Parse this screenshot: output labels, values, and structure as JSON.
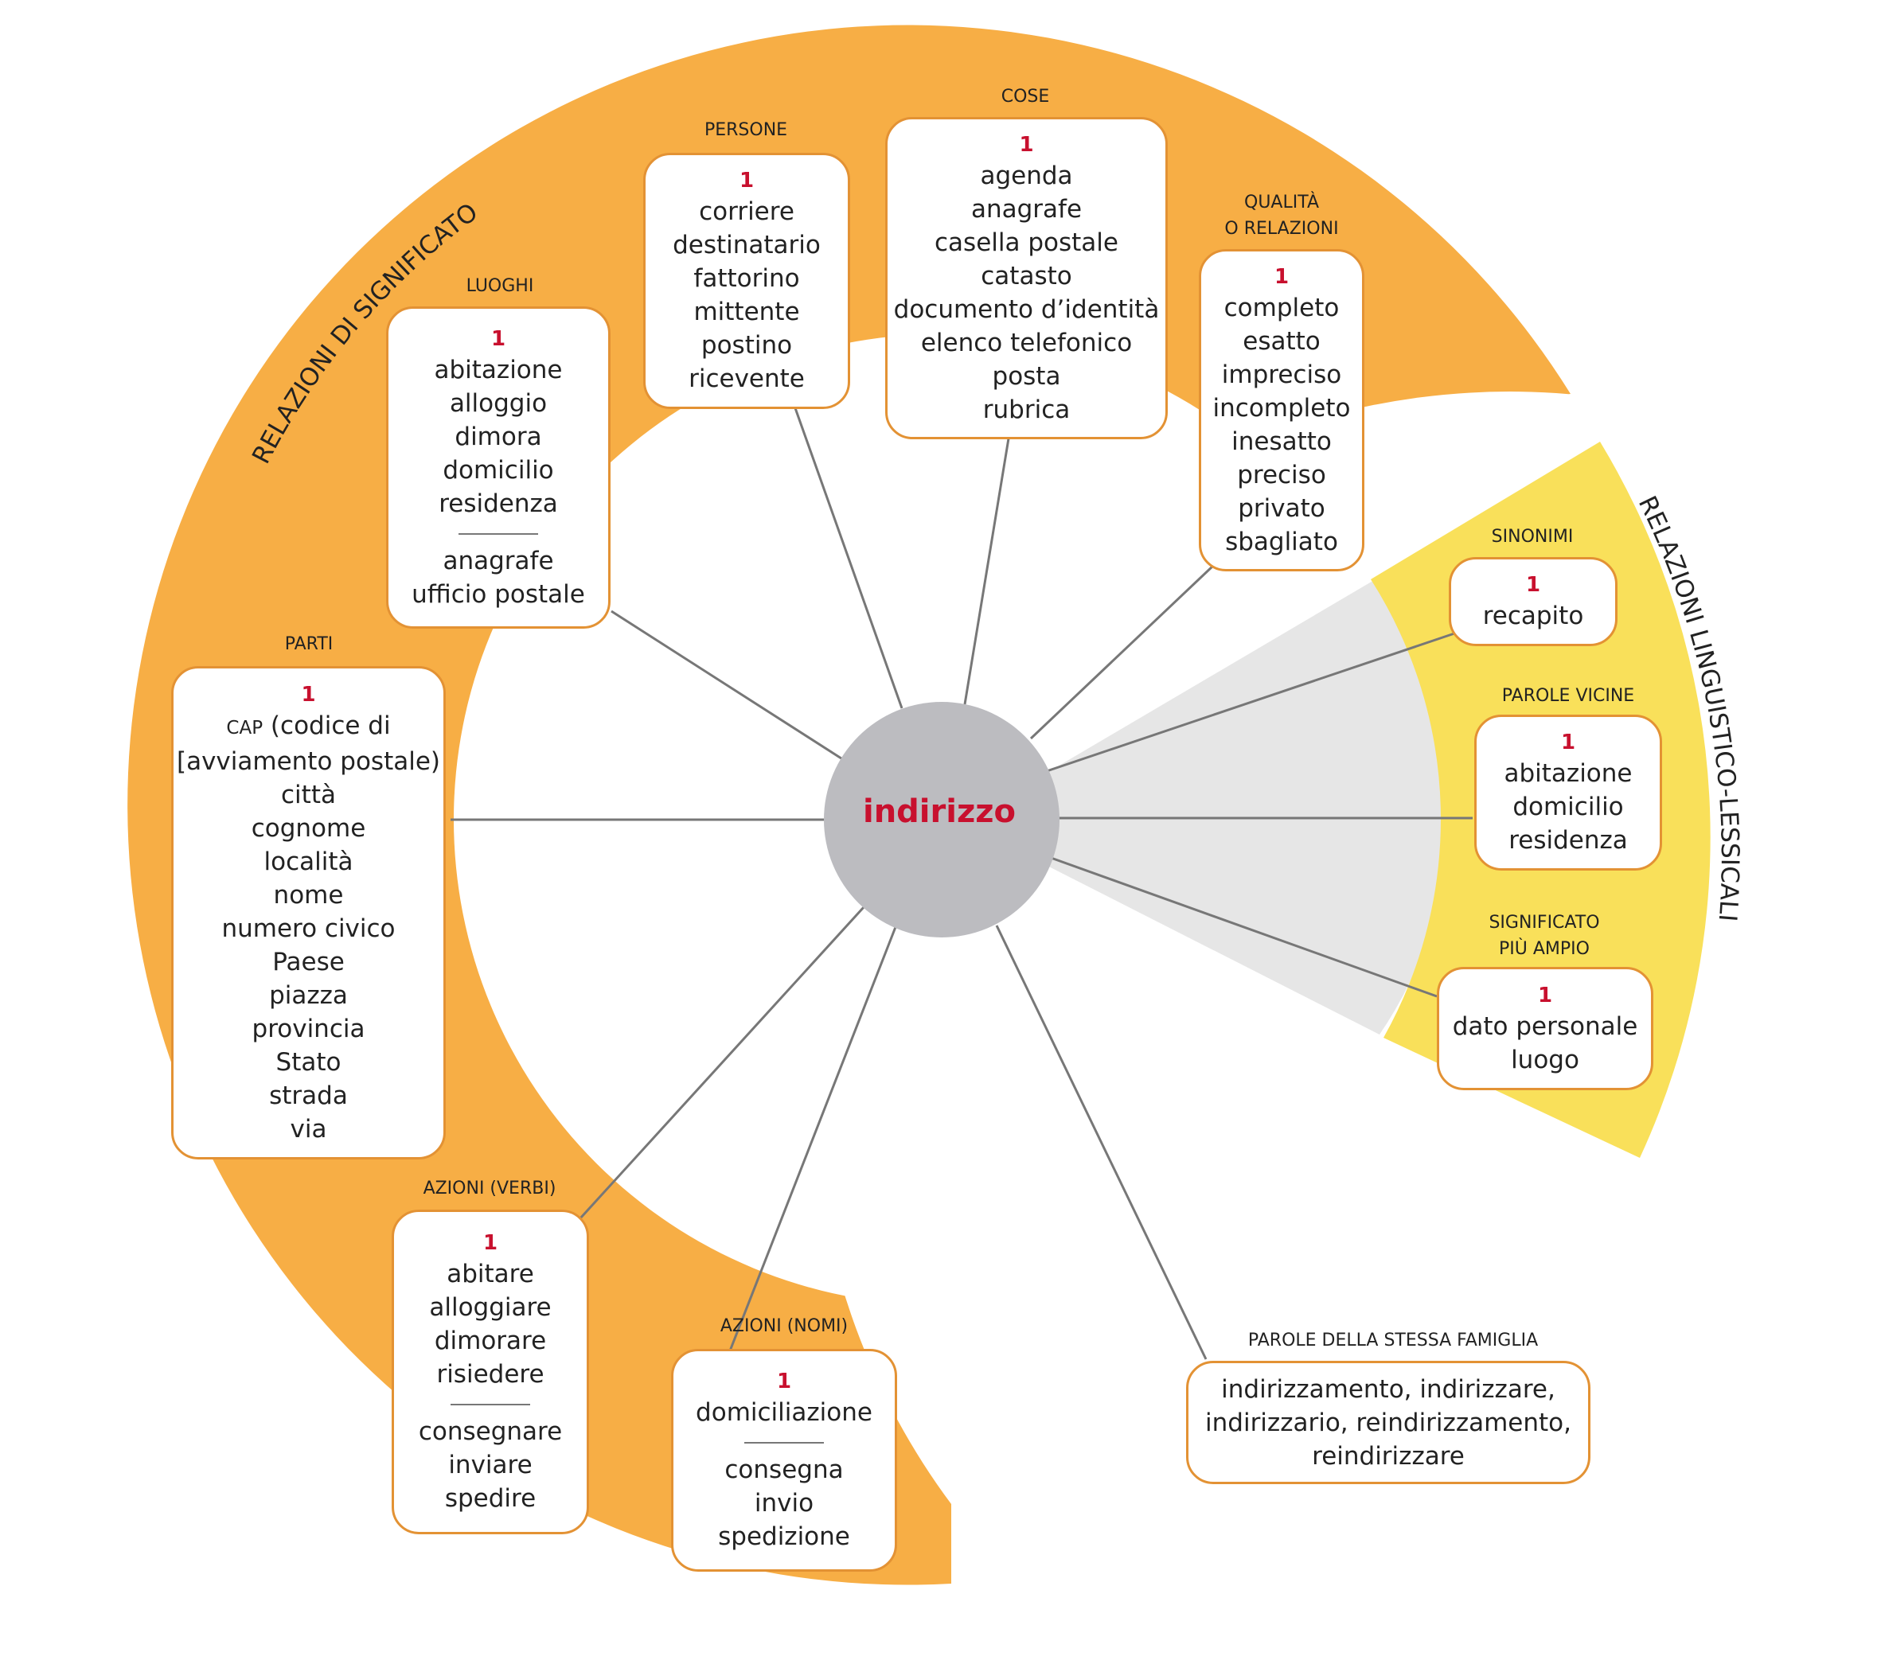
{
  "center": {
    "word": "indirizzo"
  },
  "arc_titles": {
    "semantic": "RELAZIONI DI SIGNIFICATO",
    "lexical": "RELAZIONI LINGUISTICO-LESSICALI"
  },
  "categories": {
    "luoghi": {
      "label": "LUOGHI",
      "sense": "1",
      "words": [
        "abitazione",
        "alloggio",
        "dimora",
        "domicilio",
        "residenza"
      ],
      "words_after": [
        "anagrafe",
        "ufficio postale"
      ]
    },
    "persone": {
      "label": "PERSONE",
      "sense": "1",
      "words": [
        "corriere",
        "destinatario",
        "fattorino",
        "mittente",
        "postino",
        "ricevente"
      ]
    },
    "cose": {
      "label": "COSE",
      "sense": "1",
      "words": [
        "agenda",
        "anagrafe",
        "casella postale",
        "catasto",
        "documento d’identità",
        "elenco telefonico",
        "posta",
        "rubrica"
      ]
    },
    "qualita": {
      "label_line1": "QUALITÀ",
      "label_line2": "O RELAZIONI",
      "sense": "1",
      "words": [
        "completo",
        "esatto",
        "impreciso",
        "incompleto",
        "inesatto",
        "preciso",
        "privato",
        "sbagliato"
      ]
    },
    "parti": {
      "label": "PARTI",
      "sense": "1",
      "cap_abbr": "CAP",
      "cap_rest": " (codice di",
      "words": [
        "[avviamento postale)",
        "città",
        "cognome",
        "località",
        "nome",
        "numero civico",
        "Paese",
        "piazza",
        "provincia",
        "Stato",
        "strada",
        "via"
      ]
    },
    "azioni_verbi": {
      "label": "AZIONI (VERBI)",
      "sense": "1",
      "words": [
        "abitare",
        "alloggiare",
        "dimorare",
        "risiedere"
      ],
      "words_after": [
        "consegnare",
        "inviare",
        "spedire"
      ]
    },
    "azioni_nomi": {
      "label": "AZIONI (NOMI)",
      "sense": "1",
      "words": [
        "domiciliazione"
      ],
      "words_after": [
        "consegna",
        "invio",
        "spedizione"
      ]
    },
    "sinonimi": {
      "label": "SINONIMI",
      "sense": "1",
      "words": [
        "recapito"
      ]
    },
    "parole_vicine": {
      "label": "PAROLE VICINE",
      "sense": "1",
      "words": [
        "abitazione",
        "domicilio",
        "residenza"
      ]
    },
    "significato_ampio": {
      "label_line1": "SIGNIFICATO",
      "label_line2": "PIÙ AMPIO",
      "sense": "1",
      "words": [
        "dato personale",
        "luogo"
      ]
    },
    "famiglia": {
      "label": "PAROLE DELLA STESSA FAMIGLIA",
      "lines": [
        "indirizzamento, indirizzare,",
        "indirizzario, reindirizzamento,",
        "reindirizzare"
      ]
    }
  },
  "colors": {
    "orange": "#f7ae45",
    "yellow": "#f9e05a",
    "grey_wedge": "#e6e6e6",
    "center_circle": "#bcbcc0",
    "accent_red": "#c8102e",
    "box_border": "#e39234"
  }
}
